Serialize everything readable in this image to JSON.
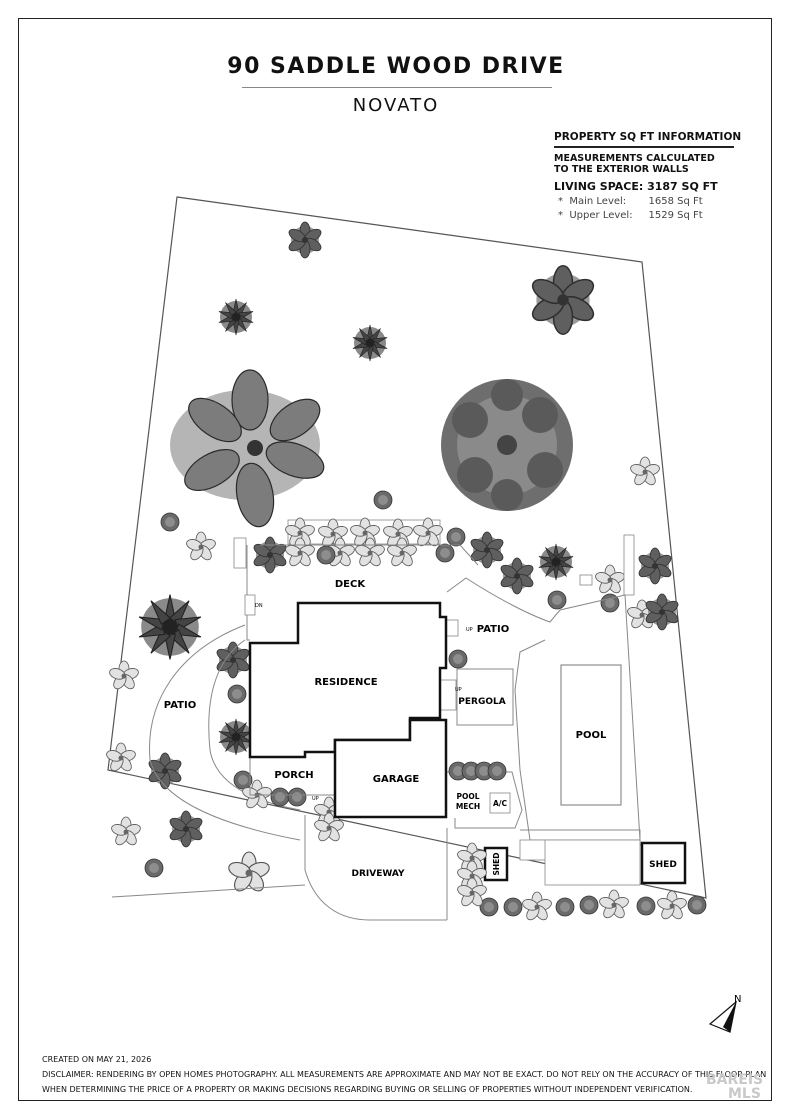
{
  "header": {
    "title": "90 SADDLE WOOD DRIVE",
    "subtitle": "NOVATO"
  },
  "sqft_info": {
    "heading": "PROPERTY SQ FT INFORMATION",
    "measurement_note_line1": "MEASUREMENTS CALCULATED",
    "measurement_note_line2": "TO THE EXTERIOR WALLS",
    "living_space": "LIVING SPACE: 3187 SQ FT",
    "levels": [
      {
        "bullet": "*",
        "label": "Main Level:",
        "value": "1658 Sq Ft"
      },
      {
        "bullet": "*",
        "label": "Upper Level:",
        "value": "1529 Sq Ft"
      }
    ]
  },
  "areas": {
    "deck": "DECK",
    "patio_right": "PATIO",
    "patio_left": "PATIO",
    "residence": "RESIDENCE",
    "pergola": "PERGOLA",
    "pool": "POOL",
    "porch": "PORCH",
    "garage": "GARAGE",
    "pool_mech_1": "POOL",
    "pool_mech_2": "MECH",
    "ac": "A/C",
    "driveway": "DRIVEWAY",
    "shed_left": "SHED",
    "shed_right": "SHED"
  },
  "stair_labels": {
    "up": "UP",
    "dn": "DN"
  },
  "compass": {
    "letter": "N"
  },
  "footer": {
    "created": "CREATED ON MAY 21, 2026",
    "disclaimer_line1": "DISCLAIMER: RENDERING BY OPEN HOMES PHOTOGRAPHY. ALL MEASUREMENTS ARE APPROXIMATE AND MAY NOT BE EXACT. DO NOT RELY ON THE ACCURACY OF THIS FLOOR PLAN",
    "disclaimer_line2": "WHEN DETERMINING THE PRICE OF A PROPERTY OR MAKING DECISIONS REGARDING BUYING OR SELLING OF PROPERTIES WITHOUT INDEPENDENT VERIFICATION."
  },
  "watermark": {
    "line1": "BAREIS",
    "line2": "MLS"
  }
}
